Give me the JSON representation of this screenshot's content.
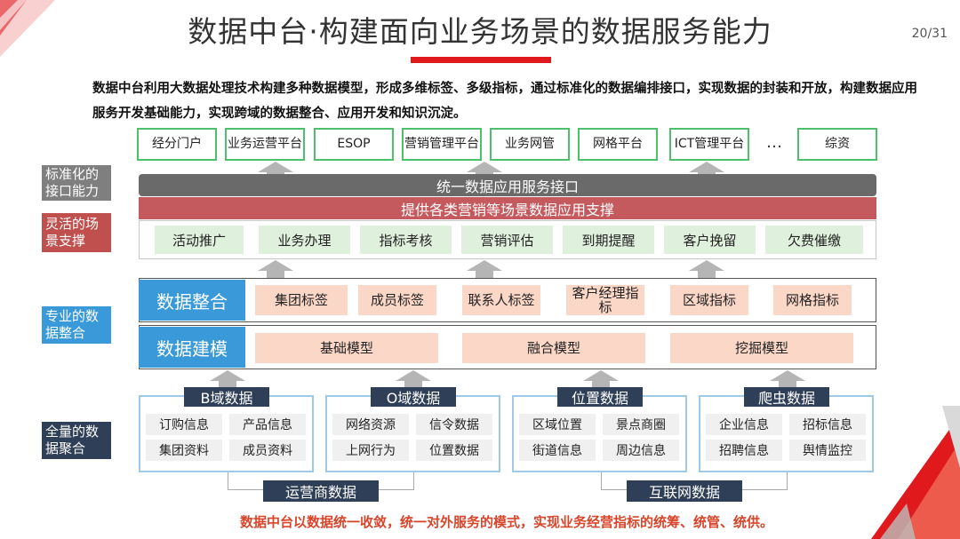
{
  "title": "数据中台·构建面向业务场景的数据服务能力",
  "page_number": "20/31",
  "intro": "数据中台利用大数据处理技术构建多种数据模型，形成多维标签、多级指标，通过标准化的数据编排接口，实现数据的封装和开放，构建数据应用服务开发基础能力，实现跨域的数据整合、应用开发和知识沉淀。",
  "side_labels": {
    "standard": "标准化的接口能力",
    "flexible": "灵活的场景支撑",
    "professional": "专业的数据整合",
    "full": "全量的数据聚合"
  },
  "apps": [
    "经分门户",
    "业务运营平台",
    "ESOP",
    "营销管理平台",
    "业务网管",
    "网格平台",
    "ICT管理平台",
    "综资"
  ],
  "apps_more": "…",
  "unified_interface": "统一数据应用服务接口",
  "support_bar": "提供各类营销等场景数据应用支撑",
  "scenes": [
    "活动推广",
    "业务办理",
    "指标考核",
    "营销评估",
    "到期提醒",
    "客户挽留",
    "欠费催缴"
  ],
  "integration": {
    "label": "数据整合",
    "tags": [
      "集团标签",
      "成员标签",
      "联系人标签",
      "客户经理指标",
      "区域指标",
      "网格指标"
    ]
  },
  "modeling": {
    "label": "数据建模",
    "models": [
      "基础模型",
      "融合模型",
      "挖掘模型"
    ]
  },
  "sources": [
    {
      "name": "B域数据",
      "items": [
        "订购信息",
        "产品信息",
        "集团资料",
        "成员资料"
      ]
    },
    {
      "name": "O域数据",
      "items": [
        "网络资源",
        "信令数据",
        "上网行为",
        "位置数据"
      ]
    },
    {
      "name": "位置数据",
      "items": [
        "区域位置",
        "景点商圈",
        "街道信息",
        "周边信息"
      ]
    },
    {
      "name": "爬虫数据",
      "items": [
        "企业信息",
        "招标信息",
        "招聘信息",
        "舆情监控"
      ]
    }
  ],
  "bottom_tags": {
    "operator": "运营商数据",
    "internet": "互联网数据"
  },
  "footer": "数据中台以数据统一收敛，统一对外服务的模式，实现业务经营指标的统筹、统管、统供。",
  "colors": {
    "accent_red": "#e0191d",
    "green_border": "#4cc06a",
    "blue": "#3a9ad9",
    "navy": "#2f3f58",
    "salmon": "#fbd7c8",
    "mint": "#dff0dc"
  }
}
